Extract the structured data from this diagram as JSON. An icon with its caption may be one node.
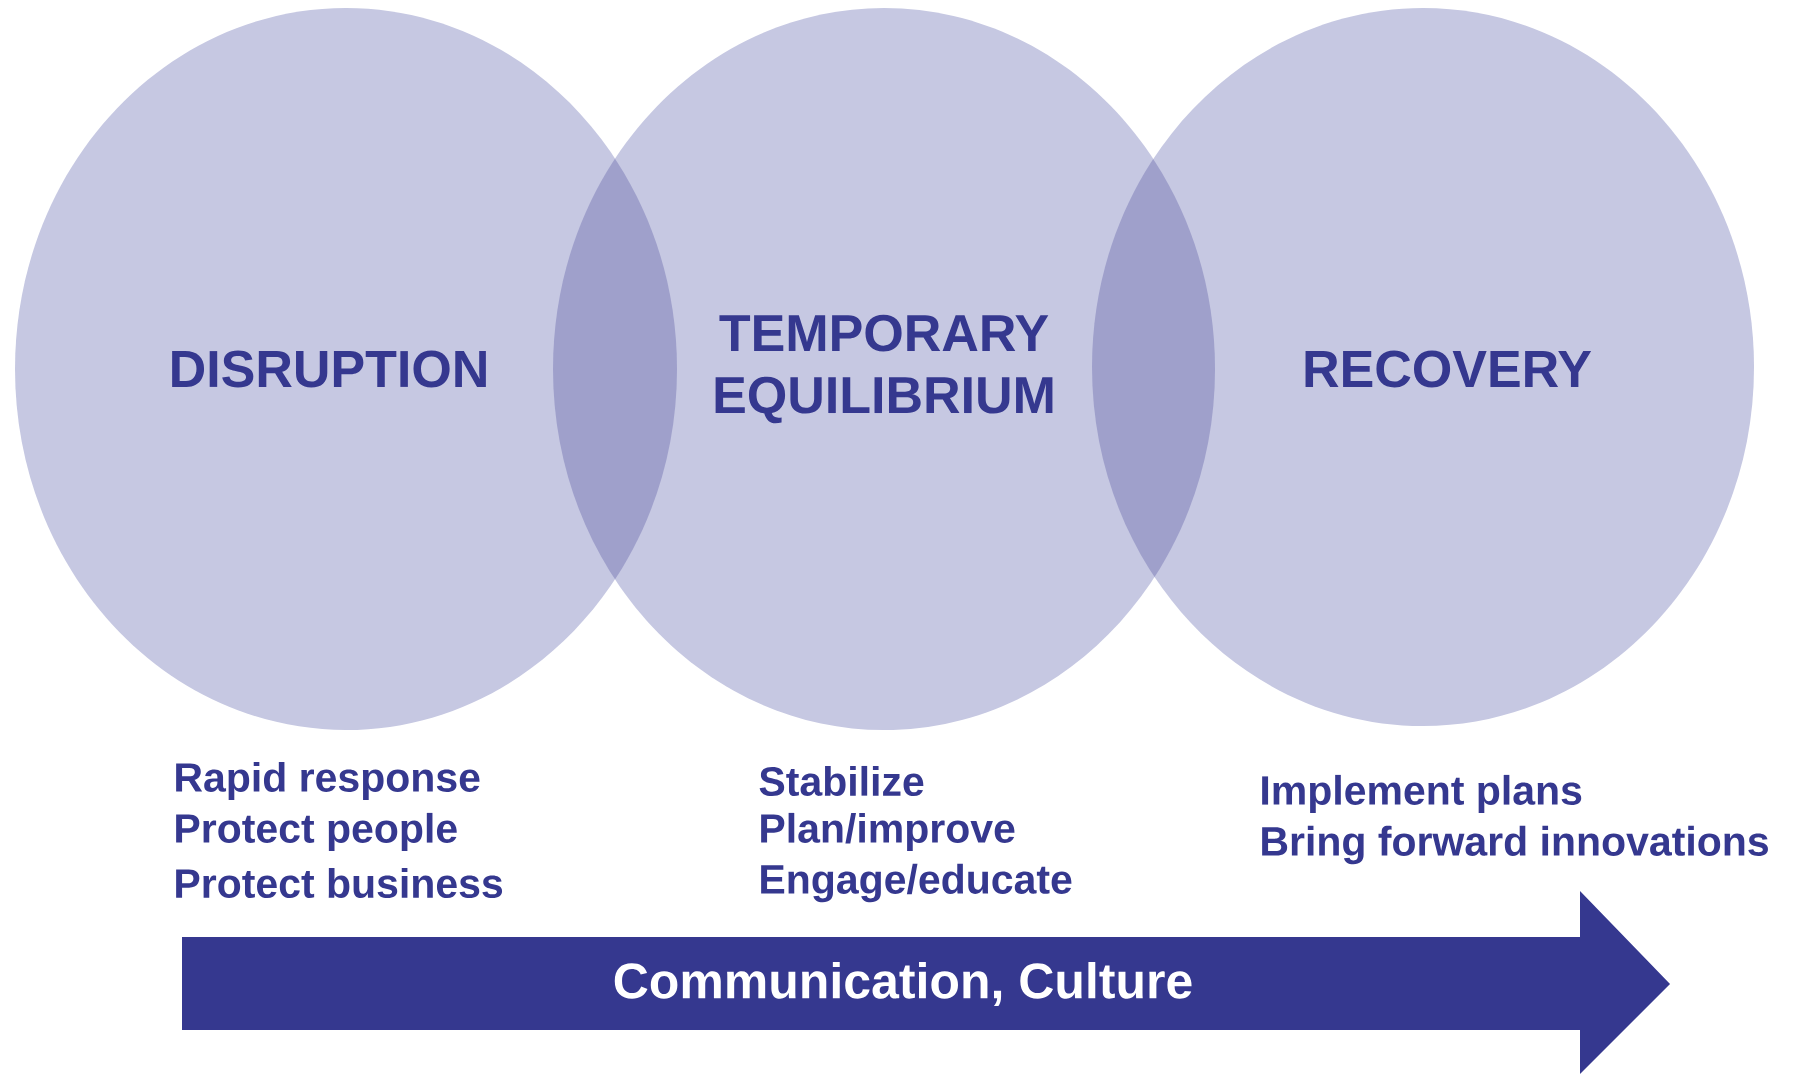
{
  "diagram": {
    "nodes": [
      {
        "text": [
          "DISRUPTION"
        ],
        "beside": [
          "Rapid response",
          "Protect people",
          "Protect business"
        ]
      },
      {
        "text": [
          "TEMPORARY EQUILIBRIUM"
        ],
        "beside": [
          "Stabilize",
          "Plan/improve",
          "Engage/educate"
        ]
      },
      {
        "text": [
          "RECOVERY"
        ],
        "beside": [
          "Implement plans",
          "Bring forward innovations"
        ]
      },
      {
        "text": [
          "Communication, Culture"
        ]
      }
    ]
  }
}
